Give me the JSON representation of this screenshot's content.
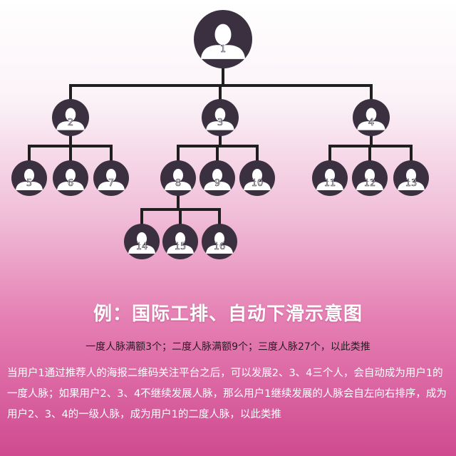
{
  "colors": {
    "node": "#3a3040",
    "connector": "#1f1f1f",
    "title": "#ffffff"
  },
  "diagram": {
    "nodes": [
      "1",
      "2",
      "3",
      "4",
      "5",
      "6",
      "7",
      "8",
      "9",
      "10",
      "11",
      "12",
      "13",
      "14",
      "15",
      "16"
    ],
    "edges": [
      [
        "1",
        "2"
      ],
      [
        "1",
        "3"
      ],
      [
        "1",
        "4"
      ],
      [
        "2",
        "5"
      ],
      [
        "2",
        "6"
      ],
      [
        "2",
        "7"
      ],
      [
        "3",
        "8"
      ],
      [
        "3",
        "9"
      ],
      [
        "3",
        "10"
      ],
      [
        "4",
        "11"
      ],
      [
        "4",
        "12"
      ],
      [
        "4",
        "13"
      ],
      [
        "8",
        "14"
      ],
      [
        "8",
        "15"
      ],
      [
        "8",
        "16"
      ]
    ]
  },
  "text": {
    "title": "例：国际工排、自动下滑示意图",
    "subtitle": "一度人脉满额3个；二度人脉满额9个；三度人脉27个，以此类推",
    "paragraph": "当用户1通过推荐人的海报二维码关注平台之后，可以发展2、3、4三个人，会自动成为用户1的一度人脉；如果用户2、3、4不继续发展人脉，那么用户1继续发展的人脉会自左向右排序，成为用户2、3、4的一级人脉，成为用户1的二度人脉，以此类推"
  }
}
